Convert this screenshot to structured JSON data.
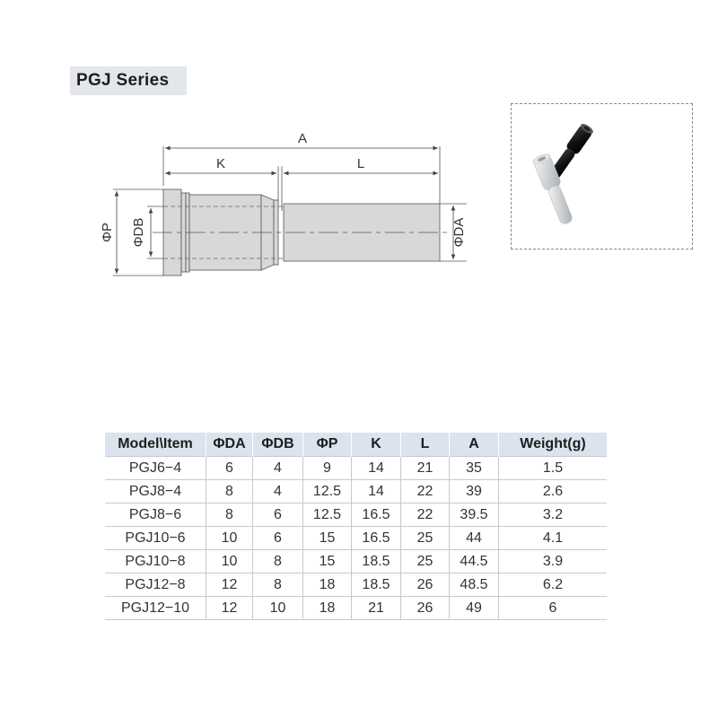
{
  "series_title": "PGJ Series",
  "drawing": {
    "dim_a": "A",
    "dim_k": "K",
    "dim_l": "L",
    "dim_p": "ΦP",
    "dim_db": "ΦDB",
    "dim_da": "ΦDA"
  },
  "table": {
    "headers": [
      "Model\\Item",
      "ΦDA",
      "ΦDB",
      "ΦP",
      "K",
      "L",
      "A",
      "Weight(g)"
    ],
    "rows": [
      [
        "PGJ6−4",
        "6",
        "4",
        "9",
        "14",
        "21",
        "35",
        "1.5"
      ],
      [
        "PGJ8−4",
        "8",
        "4",
        "12.5",
        "14",
        "22",
        "39",
        "2.6"
      ],
      [
        "PGJ8−6",
        "8",
        "6",
        "12.5",
        "16.5",
        "22",
        "39.5",
        "3.2"
      ],
      [
        "PGJ10−6",
        "10",
        "6",
        "15",
        "16.5",
        "25",
        "44",
        "4.1"
      ],
      [
        "PGJ10−8",
        "10",
        "8",
        "15",
        "18.5",
        "25",
        "44.5",
        "3.9"
      ],
      [
        "PGJ12−8",
        "12",
        "8",
        "18",
        "18.5",
        "26",
        "48.5",
        "6.2"
      ],
      [
        "PGJ12−10",
        "12",
        "10",
        "18",
        "21",
        "26",
        "49",
        "6"
      ]
    ]
  },
  "colors": {
    "header_bg": "#dbe3ee",
    "title_bg": "#e3e6ea",
    "body_fill": "#d8d8d8",
    "fitting_black": "#111111",
    "fitting_grey": "#cfd2d4"
  }
}
